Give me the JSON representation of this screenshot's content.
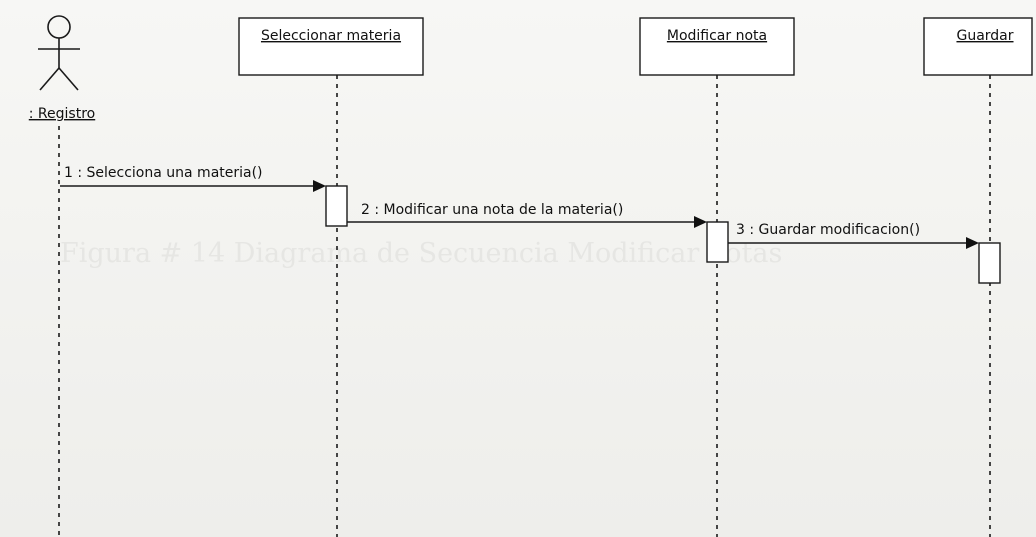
{
  "actor": {
    "name": ": Registro"
  },
  "lifelines": [
    {
      "name": "Seleccionar materia"
    },
    {
      "name": "Modificar nota"
    },
    {
      "name": "Guardar"
    }
  ],
  "messages": [
    {
      "label": "1 : Selecciona una materia()"
    },
    {
      "label": "2 : Modificar una nota de la materia()"
    },
    {
      "label": "3 : Guardar modificacion()"
    }
  ],
  "bleed_through": {
    "text": "Figura # 14 Diagrama de Secuencia Modificar notas"
  }
}
